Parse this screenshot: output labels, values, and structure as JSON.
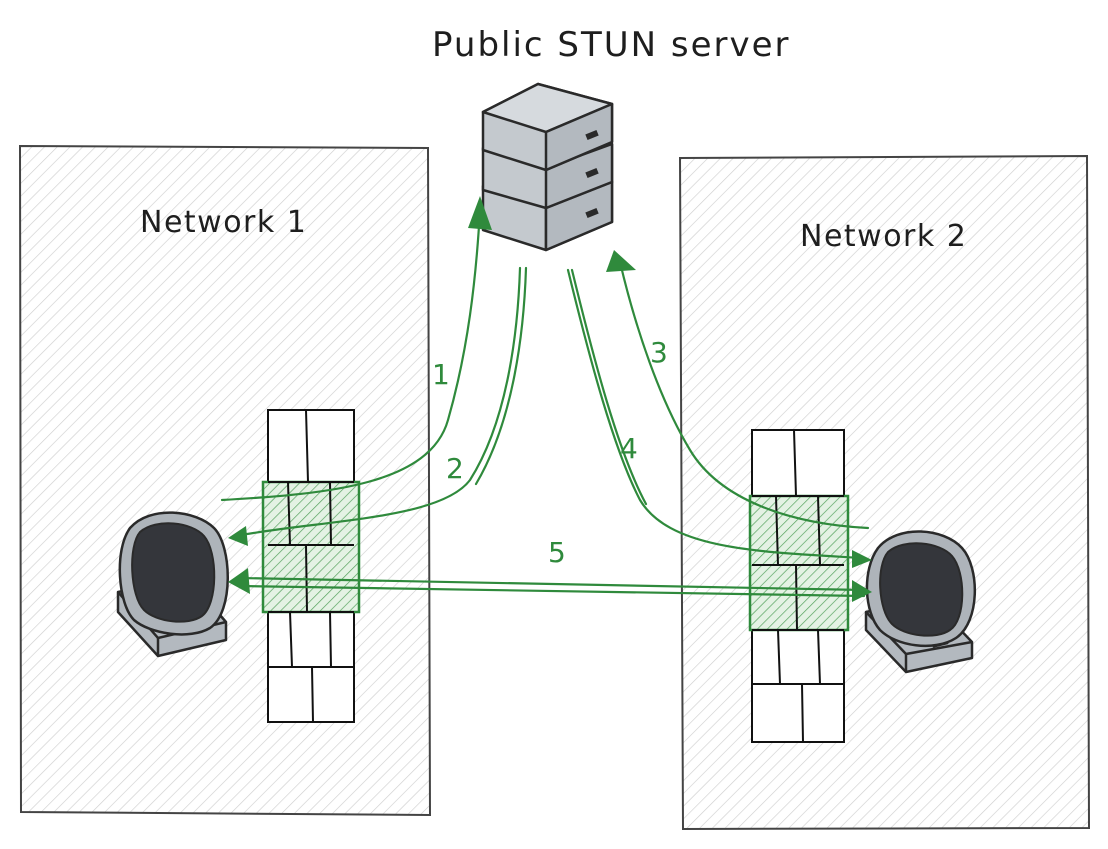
{
  "diagram": {
    "server_label": "Public STUN server",
    "networks": [
      {
        "label": "Network 1"
      },
      {
        "label": "Network 2"
      }
    ],
    "steps": [
      "1",
      "2",
      "3",
      "4",
      "5"
    ],
    "colors": {
      "arrow": "#2f8a3c",
      "hatch": "#cfcfcf",
      "server_body": "#aeb4ba",
      "screen": "#34363b"
    },
    "icons": [
      "server-stack-icon",
      "firewall-icon",
      "computer-monitor-icon"
    ]
  }
}
